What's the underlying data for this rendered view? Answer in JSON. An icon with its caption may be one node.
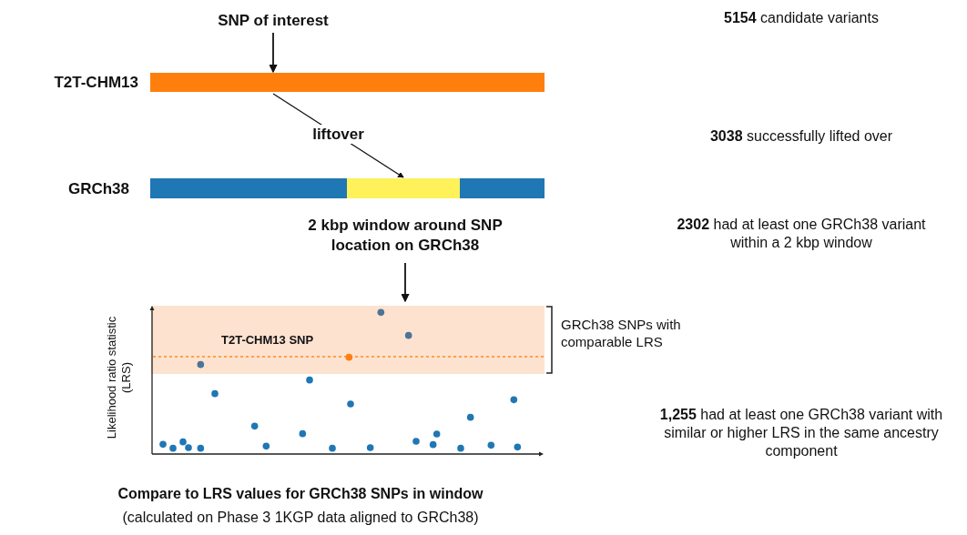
{
  "diagram": {
    "nodes": [
      {
        "text": [
          "SNP of interest"
        ]
      },
      {
        "text": [],
        "shape": "bar",
        "beside": [
          "T2T-CHM13"
        ]
      },
      {
        "text": [],
        "shape": "bar",
        "beside": [
          "GRCh38"
        ]
      },
      {
        "text": [],
        "shape": "bar",
        "in": 2
      },
      {
        "text": [
          "2 kbp window around SNP location on GRCh38"
        ]
      },
      {
        "text": [],
        "shape": "picture"
      }
    ],
    "edges": [
      {
        "from": 0,
        "to": 1,
        "arrow": "to"
      },
      {
        "from": 1,
        "to": 3,
        "label": "liftover",
        "arrow": "to"
      },
      {
        "from": 4,
        "to": 5,
        "arrow": "to"
      }
    ],
    "labels": [
      "**5154** candidate variants",
      "**3038** successfully lifted over",
      "**2302** had at least one GRCh38 variant within a 2 kbp window",
      "Likelihood ratio statistic (LRS)",
      "T2T-CHM13 SNP",
      "GRCh38 SNPs with comparable LRS",
      "**1,255** had at least one GRCh38 variant with similar or higher LRS in the same ancestry component",
      "Compare to LRS values for GRCh38 SNPs in window",
      "(calculated on Phase 3 1KGP data aligned to GRCh38)"
    ]
  }
}
